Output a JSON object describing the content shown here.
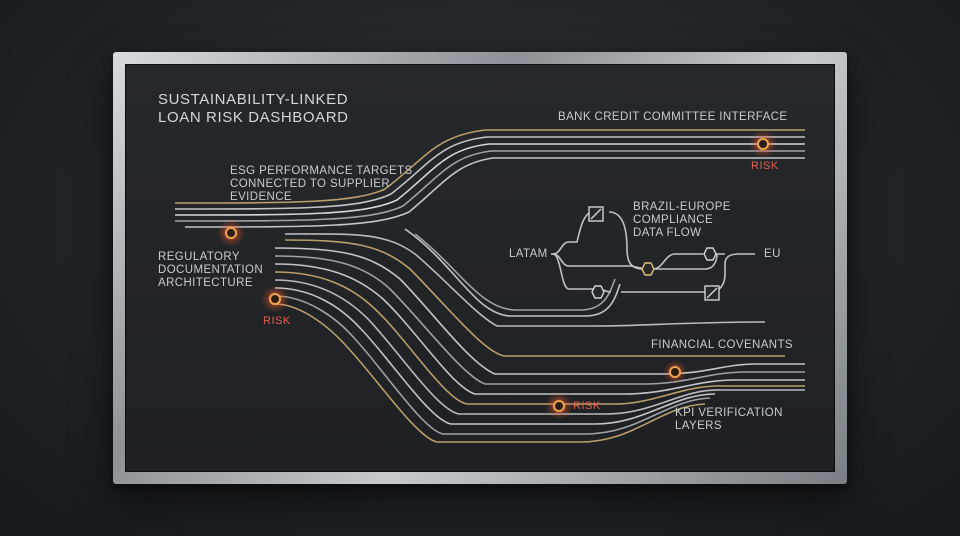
{
  "dashboard": {
    "title": "SUSTAINABILITY-LINKED\nLOAN RISK DASHBOARD",
    "labels": {
      "bank": "BANK CREDIT COMMITTEE INTERFACE",
      "esg": "ESG PERFORMANCE TARGETS\nCONNECTED TO SUPPLIER\nEVIDENCE",
      "regulatory": "REGULATORY\nDOCUMENTATION\nARCHITECTURE",
      "brazil": "BRAZIL-EUROPE\nCOMPLIANCE\nDATA FLOW",
      "latam": "LATAM",
      "eu": "EU",
      "covenants": "FINANCIAL COVENANTS",
      "kpi": "KPI VERIFICATION\nLAYERS"
    },
    "risk_label": "RISK"
  },
  "colors": {
    "panel": "#1f2124",
    "frame": "#b9bdc1",
    "line_silver": "#c2c5c8",
    "line_gold": "#b89f6c",
    "risk": "#e0614e",
    "node_glow": "#ff7a3c"
  }
}
